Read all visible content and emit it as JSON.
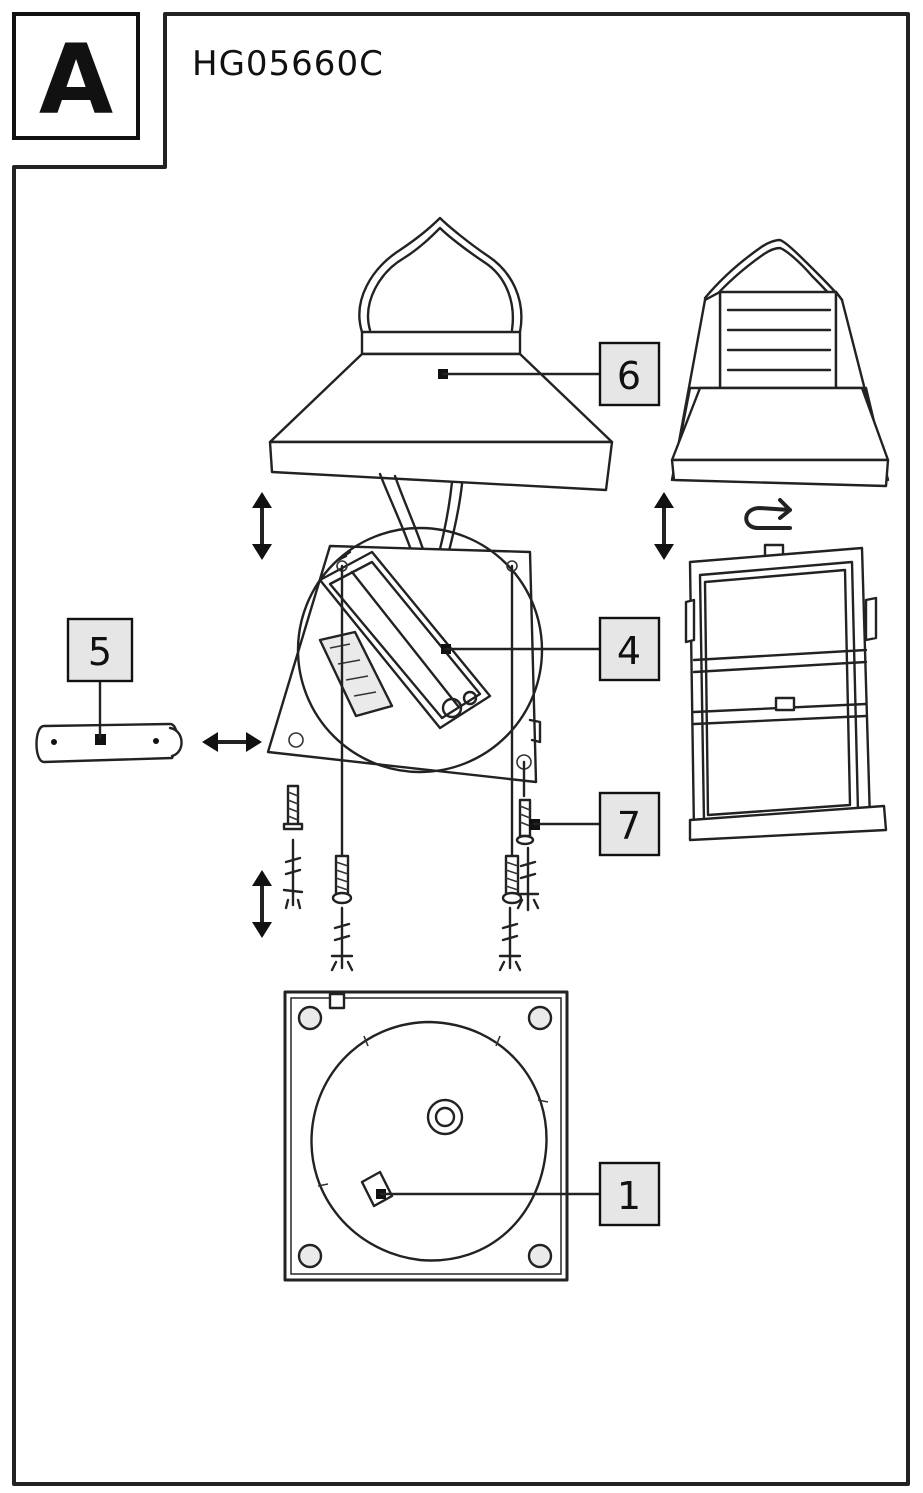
{
  "figure": {
    "section_letter": "A",
    "model_code": "HG05660C"
  },
  "callouts": [
    {
      "id": "6",
      "label": "6"
    },
    {
      "id": "4",
      "label": "4"
    },
    {
      "id": "5",
      "label": "5"
    },
    {
      "id": "7",
      "label": "7"
    },
    {
      "id": "1",
      "label": "1"
    }
  ],
  "colors": {
    "line": "#222222",
    "callout_box": "#e6e6e6",
    "background": "#ffffff"
  },
  "icons": [
    "double-arrow-vertical-icon",
    "double-arrow-horizontal-icon",
    "rotate-arrow-icon",
    "screw-icon",
    "wall-plug-icon"
  ]
}
